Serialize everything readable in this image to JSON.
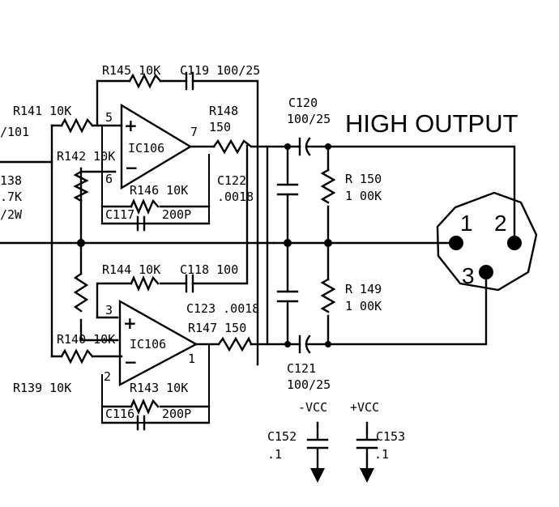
{
  "title": "HIGH OUTPUT",
  "labels": {
    "r145": "R145 10K",
    "c119": "C119 100/25",
    "r141": "R141 10K",
    "left_101": "/101",
    "r142": "R142 10K",
    "r138": "138",
    "left_7k": ".7K",
    "left_2w": "/2W",
    "ic106_top": "IC106",
    "pin5": "5",
    "pin6": "6",
    "pin7": "7",
    "r148": "R148",
    "r148_val": "150",
    "r146": "R146 10K",
    "c117": "C117",
    "c117_val": "200P",
    "c122": "C122",
    "c122_val": ".0018",
    "c120": "C120",
    "c120_val": "100/25",
    "r150": "R 150",
    "r150_val": "1 00K",
    "r144": "R144 10K",
    "c118": "C118 100",
    "c123": "C123 .0018",
    "ic106_bot": "IC106",
    "pin3": "3",
    "pin2": "2",
    "pin1": "1",
    "r147": "R147 150",
    "r140": "R140 10K",
    "r149": "R 149",
    "r149_val": "1 00K",
    "c121": "C121",
    "c121_val": "100/25",
    "r139": "R139 10K",
    "r143": "R143 10K",
    "c116": "C116",
    "c116_val": "200P",
    "neg_vcc": "-VCC",
    "pos_vcc": "+VCC",
    "c152": "C152",
    "c152_val": ".1",
    "c153": "C153",
    "c153_val": ".1",
    "xlr_pin1": "1",
    "xlr_pin2": "2",
    "xlr_pin3": "3",
    "plus": "+",
    "minus": "−"
  }
}
